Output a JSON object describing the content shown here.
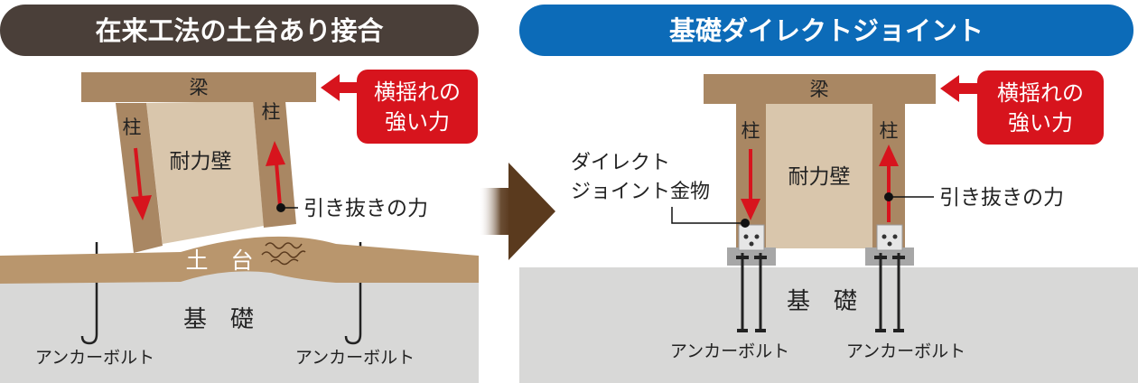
{
  "left_panel": {
    "header": "在来工法の土台あり接合",
    "beam": "梁",
    "column_left": "柱",
    "column_right": "柱",
    "wall": "耐力壁",
    "sill": "土　台",
    "foundation": "基　礎",
    "force_line1": "横揺れの",
    "force_line2": "強い力",
    "pullout": "引き抜きの力",
    "anchor_left": "アンカーボルト",
    "anchor_right": "アンカーボルト"
  },
  "right_panel": {
    "header": "基礎ダイレクトジョイント",
    "beam": "梁",
    "column_left": "柱",
    "column_right": "柱",
    "wall": "耐力壁",
    "foundation": "基　礎",
    "force_line1": "横揺れの",
    "force_line2": "強い力",
    "pullout": "引き抜きの力",
    "hardware_line1": "ダイレクト",
    "hardware_line2": "ジョイント金物",
    "anchor_left": "アンカーボルト",
    "anchor_right": "アンカーボルト"
  },
  "colors": {
    "header_left": "#4a3f39",
    "header_right": "#0c6bb8",
    "wood": "#a98763",
    "wood_dark": "#8a6a4a",
    "wall": "#d9c6ac",
    "sill": "#b9966d",
    "concrete": "#d8d8d7",
    "red": "#d7141d",
    "arrow_transition": "#5a3a1e"
  }
}
